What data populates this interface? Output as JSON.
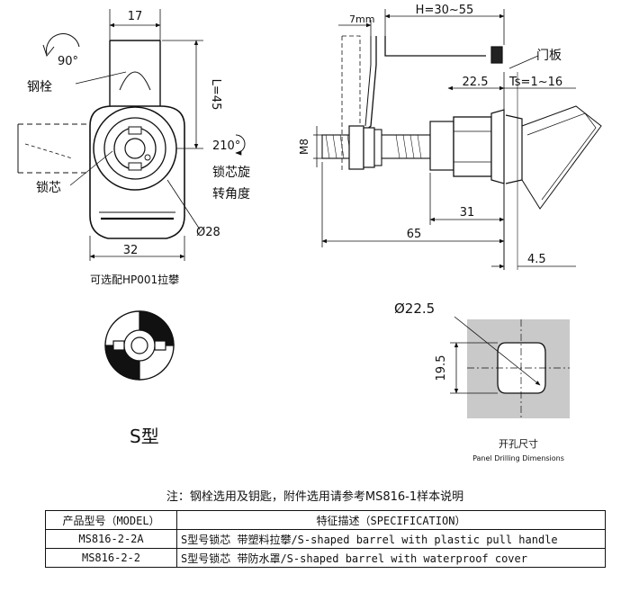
{
  "lock_front": {
    "width_top": "17",
    "rotation_90": "90°",
    "latch_label": "钢栓",
    "length": "L=45",
    "core_label": "锁芯",
    "rotation_210": "210°",
    "core_rotation_label_1": "锁芯旋",
    "core_rotation_label_2": "转角度",
    "diameter": "Ø28",
    "width_bottom": "32",
    "handle_option": "可选配HP001拉攀"
  },
  "lock_side": {
    "thickness_7mm": "7mm",
    "h_range": "H=30~55",
    "door_panel": "门板",
    "d22_5": "22.5",
    "ts_range": "Ts=1~16",
    "thread": "M8",
    "d31": "31",
    "d65": "65",
    "d4_5": "4.5"
  },
  "s_type": {
    "label": "S型"
  },
  "panel_drilling": {
    "diameter": "Ø22.5",
    "flat": "19.5",
    "title_cn": "开孔尺寸",
    "title_en": "Panel Drilling Dimensions"
  },
  "note": "注：钢栓选用及钥匙，附件选用请参考MS816-1样本说明",
  "table": {
    "headers": [
      "产品型号（MODEL）",
      "特征描述（SPECIFICATION）"
    ],
    "rows": [
      [
        "MS816-2-2A",
        "S型号锁芯 带塑料拉攀/S-shaped barrel with plastic pull handle"
      ],
      [
        "MS816-2-2",
        "S型号锁芯 带防水罩/S-shaped barrel with waterproof cover"
      ]
    ]
  }
}
